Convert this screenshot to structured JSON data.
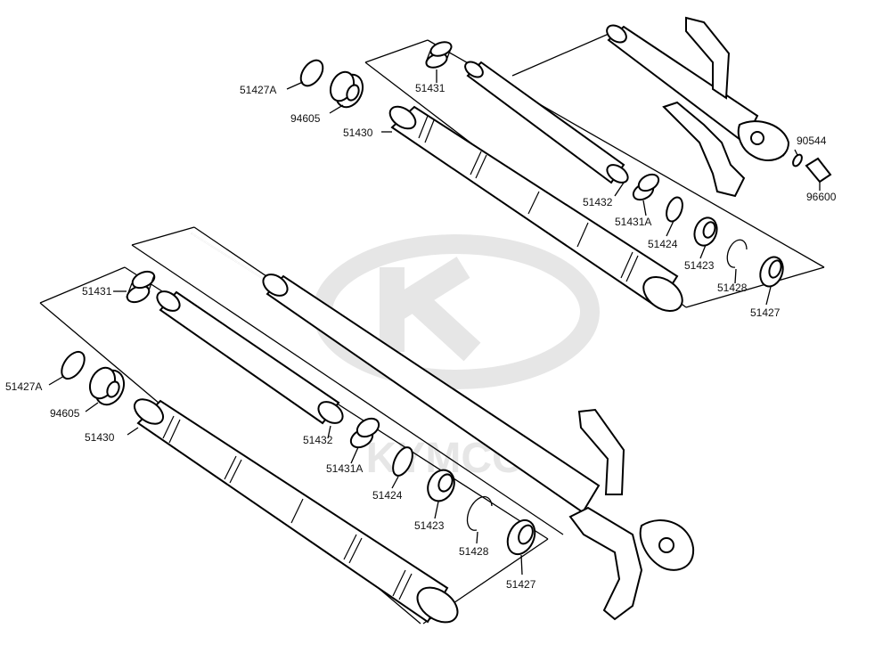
{
  "watermark": {
    "text": "KYMCO",
    "color": "#e6e6e6"
  },
  "colors": {
    "line": "#000000",
    "background": "#ffffff"
  },
  "labels": {
    "upper": {
      "p51427A": "51427A",
      "p94605": "94605",
      "p51430": "51430",
      "p51431": "51431",
      "p51432": "51432",
      "p51431A": "51431A",
      "p51424": "51424",
      "p51423": "51423",
      "p51428": "51428",
      "p51427": "51427",
      "p90544": "90544",
      "p96600": "96600"
    },
    "lower": {
      "p51431": "51431",
      "p51427A": "51427A",
      "p94605": "94605",
      "p51430": "51430",
      "p51432": "51432",
      "p51431A": "51431A",
      "p51424": "51424",
      "p51423": "51423",
      "p51428": "51428",
      "p51427": "51427"
    }
  }
}
